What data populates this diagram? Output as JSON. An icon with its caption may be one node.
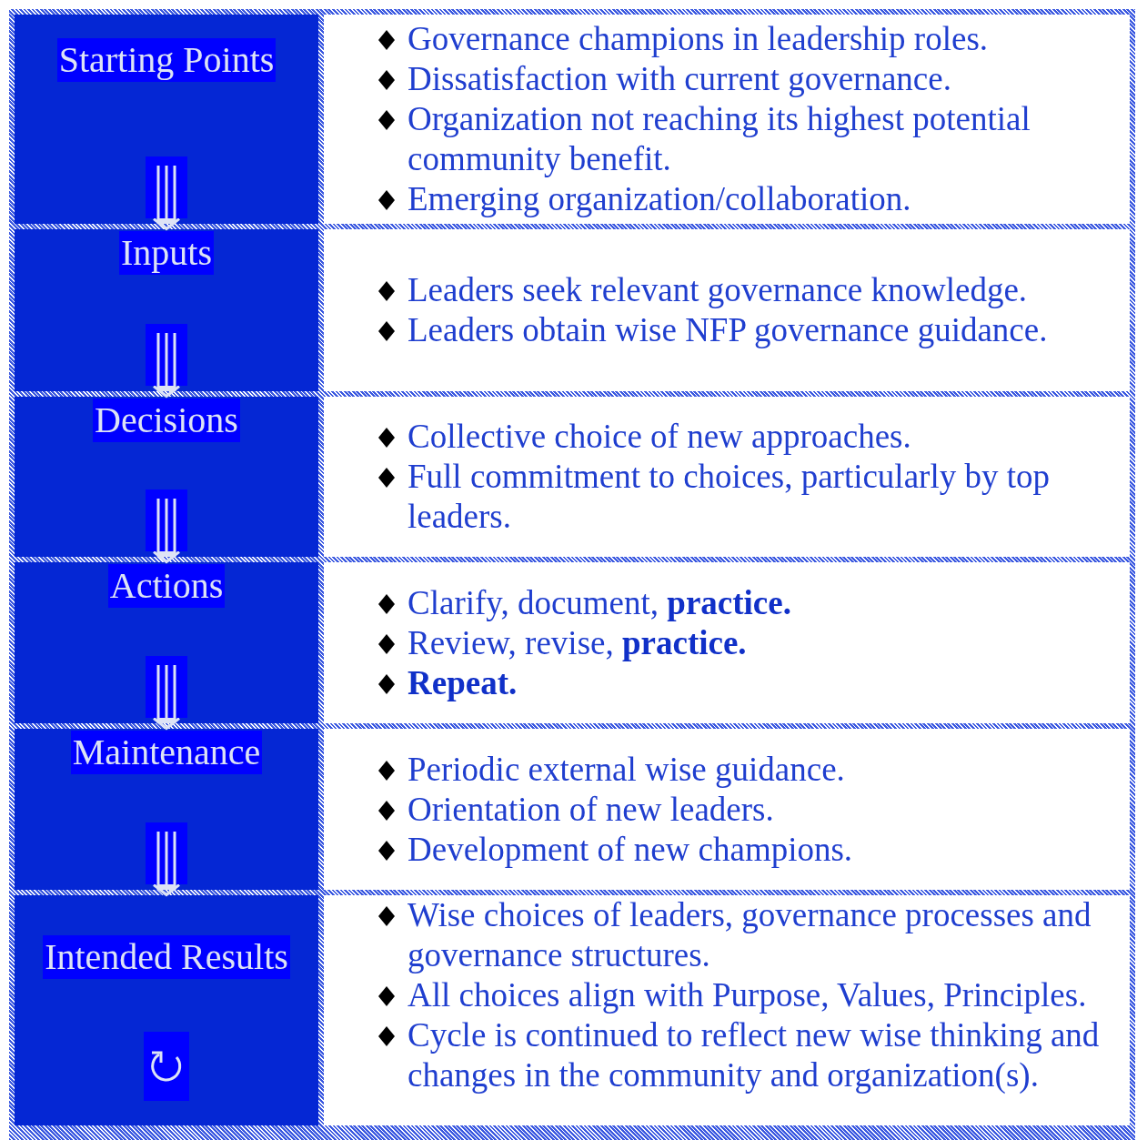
{
  "diagram": {
    "nodes": [
      {
        "text": [
          "Starting Points"
        ]
      },
      {
        "text": [
          "Governance champions in leadership roles.",
          "Dissatisfaction with current governance.",
          "Organization not reaching its highest potential community benefit.",
          "Emerging organization/collaboration."
        ]
      },
      {
        "text": [
          "Inputs"
        ]
      },
      {
        "text": [
          "Leaders seek relevant governance knowledge.",
          "Leaders obtain wise NFP governance guidance."
        ]
      },
      {
        "text": [
          "Decisions"
        ]
      },
      {
        "text": [
          "Collective choice of new approaches.",
          "Full commitment to choices, particularly by top leaders."
        ]
      },
      {
        "text": [
          "Actions"
        ]
      },
      {
        "text": [
          "Clarify, document, **practice.**",
          "Review, revise, **practice.**",
          "**Repeat.**"
        ]
      },
      {
        "text": [
          "Maintenance"
        ]
      },
      {
        "text": [
          "Periodic external wise guidance.",
          "Orientation of new leaders.",
          "Development of new champions."
        ]
      },
      {
        "text": [
          "Intended Results"
        ]
      },
      {
        "text": [
          "Wise choices of leaders, governance processes and governance structures.",
          "All choices align with Purpose, Values, Principles.",
          "Cycle is continued to reflect new wise thinking and changes in the community and organization(s)."
        ]
      }
    ],
    "edges": [
      {
        "from": 0,
        "to": 2,
        "arrow": "to"
      },
      {
        "from": 2,
        "to": 4,
        "arrow": "to"
      },
      {
        "from": 4,
        "to": 6,
        "arrow": "to"
      },
      {
        "from": 6,
        "to": 8,
        "arrow": "to"
      },
      {
        "from": 8,
        "to": 10,
        "arrow": "to"
      }
    ]
  }
}
